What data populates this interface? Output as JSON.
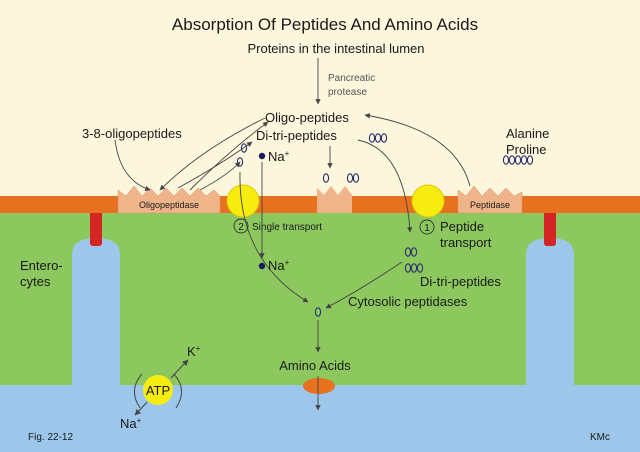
{
  "title": "Absorption Of Peptides And Amino Acids",
  "subtitle": "Proteins in the intestinal lumen",
  "labels": {
    "pancreatic_line1": "Pancreatic",
    "pancreatic_line2": "protease",
    "oligo_peptides": "Oligo-peptides",
    "three_eight": "3-8-oligopeptides",
    "di_tri_top": "Di-tri-peptides",
    "na_top": "Na",
    "na_mid": "Na",
    "na_bottom": "Na",
    "plus": "+",
    "alanine": "Alanine",
    "proline": "Proline",
    "oligopeptidase": "Oligopeptidase",
    "peptidase": "Peptidase",
    "single_transport_num": "2",
    "single_transport": "Single transport",
    "peptide_transport_num": "1",
    "peptide_transport_line1": "Peptide",
    "peptide_transport_line2": "transport",
    "enterocytes_line1": "Entero-",
    "enterocytes_line2": "cytes",
    "di_tri_cell": "Di-tri-peptides",
    "cytosolic": "Cytosolic peptidases",
    "amino_acids": "Amino  Acids",
    "atp": "ATP",
    "k_ion": "K",
    "fig": "Fig. 22-12",
    "author": "KMc"
  },
  "colors": {
    "lumen": "#fbf6dc",
    "cell": "#8cc85e",
    "membrane": "#e8711f",
    "blood": "#9cc7ea",
    "enzyme": "#f0b48a",
    "transporter": "#f7ec10",
    "junction": "#d42424",
    "channel": "#e8711f"
  }
}
